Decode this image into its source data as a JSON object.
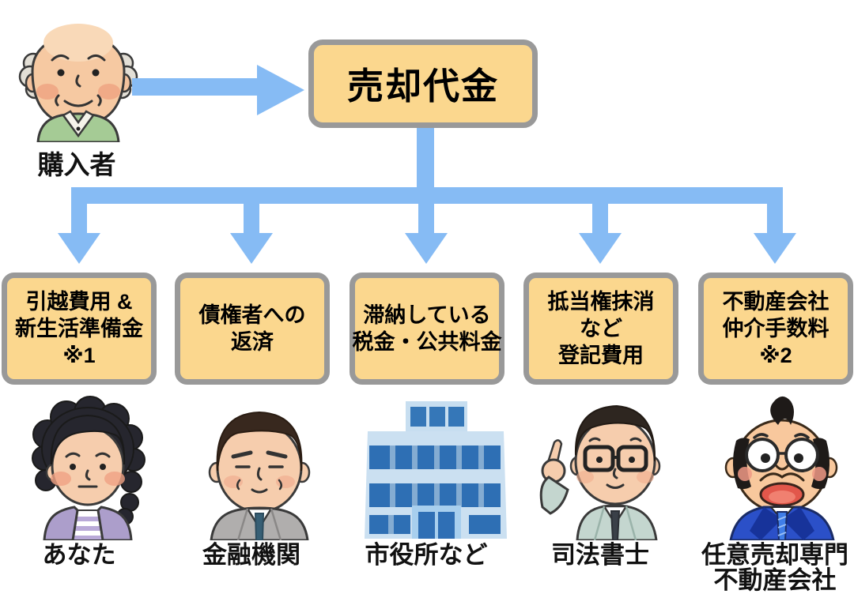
{
  "buyer": {
    "label": "購入者"
  },
  "proceeds_box": {
    "label": "売却代金"
  },
  "columns": [
    {
      "box_lines": [
        "引越費用 &",
        "新生活準備金",
        "※1"
      ],
      "label_lines": [
        "あなた"
      ],
      "icon": "woman-illustration"
    },
    {
      "box_lines": [
        "債権者への",
        "返済"
      ],
      "label_lines": [
        "金融機関"
      ],
      "icon": "businessman-illustration"
    },
    {
      "box_lines": [
        "滞納している",
        "税金・公共料金"
      ],
      "label_lines": [
        "市役所など"
      ],
      "icon": "city-hall-building-illustration"
    },
    {
      "box_lines": [
        "抵当権抹消",
        "など",
        "登記費用"
      ],
      "label_lines": [
        "司法書士"
      ],
      "icon": "judicial-scrivener-illustration"
    },
    {
      "box_lines": [
        "不動産会社",
        "仲介手数料",
        "※2"
      ],
      "label_lines": [
        "任意売却専門",
        "不動産会社"
      ],
      "icon": "realtor-illustration"
    }
  ],
  "colors": {
    "payout_box_fill": "#FBD78E",
    "payout_box_border": "#999999",
    "arrow_blue": "#86BBF4",
    "text": "#111111"
  }
}
